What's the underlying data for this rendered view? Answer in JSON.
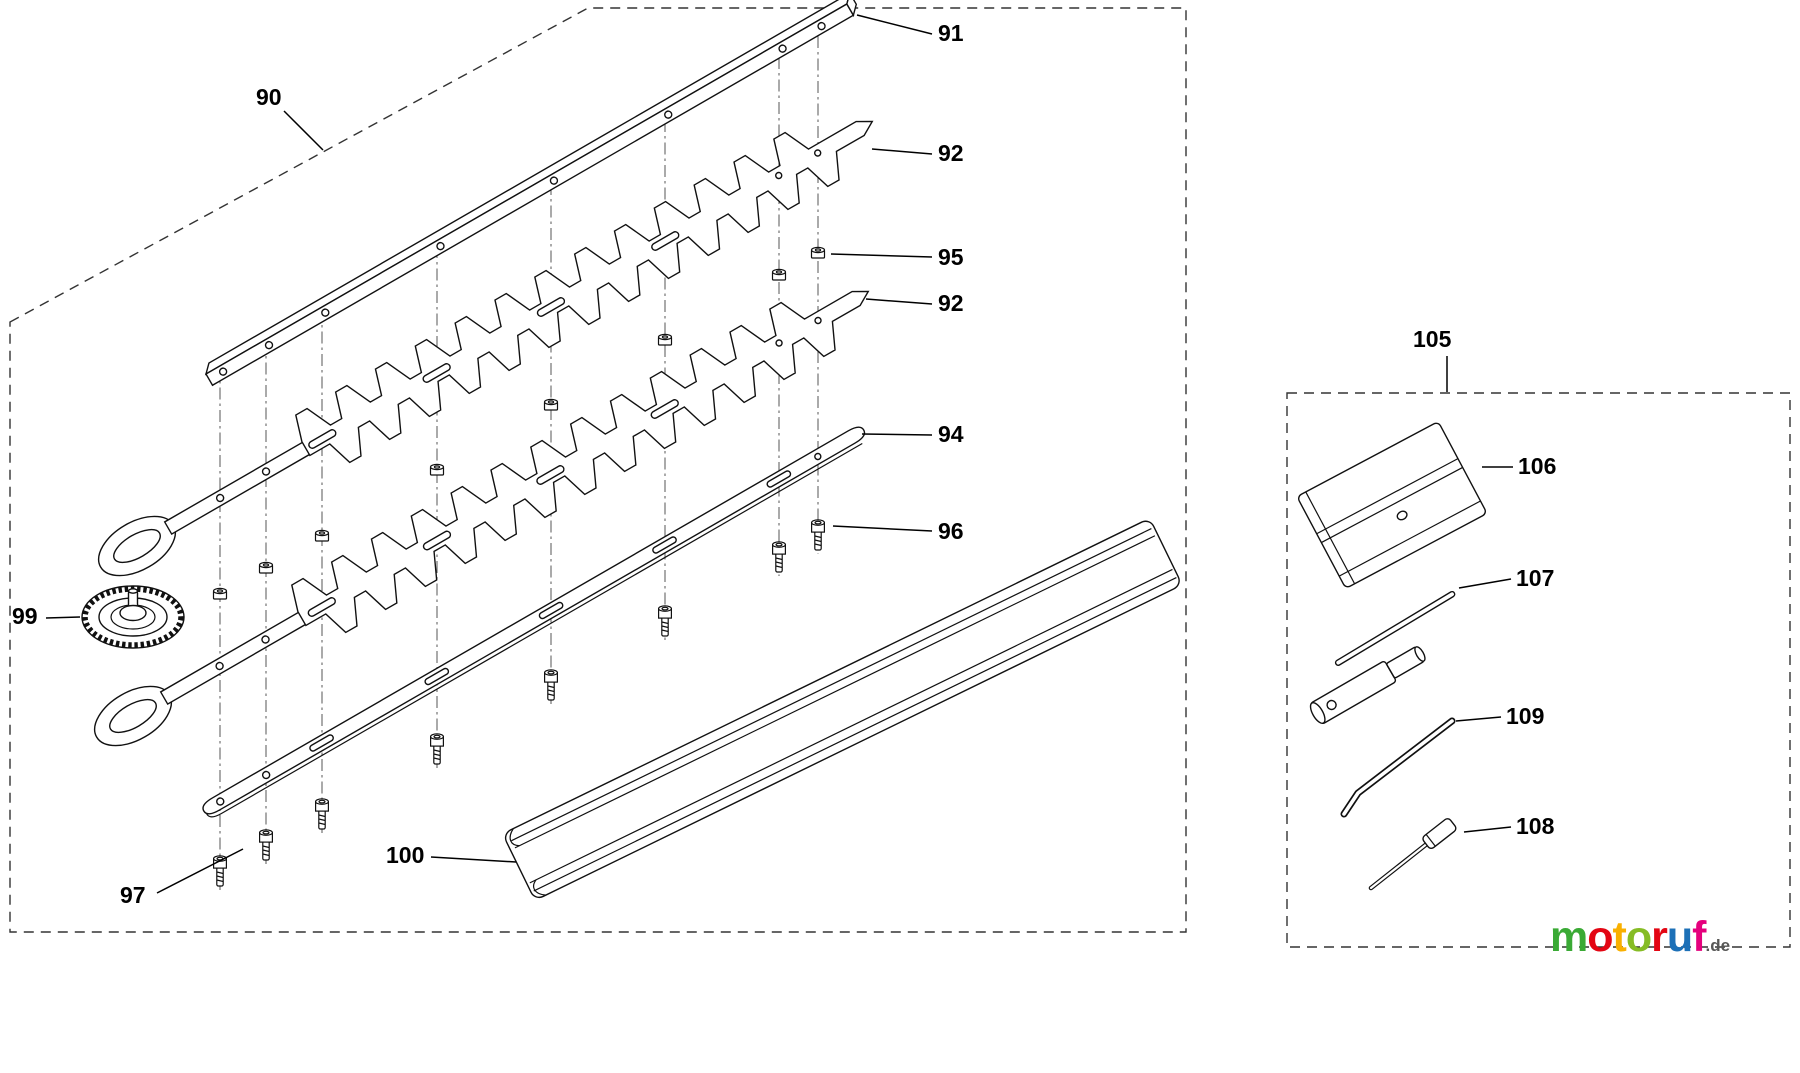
{
  "diagram": {
    "callouts": [
      {
        "label": "90"
      },
      {
        "label": "91"
      },
      {
        "label": "92"
      },
      {
        "label": "95"
      },
      {
        "label": "92"
      },
      {
        "label": "94"
      },
      {
        "label": "96"
      },
      {
        "label": "99"
      },
      {
        "label": "97"
      },
      {
        "label": "100"
      },
      {
        "label": "105"
      },
      {
        "label": "106"
      },
      {
        "label": "107"
      },
      {
        "label": "109"
      },
      {
        "label": "108"
      }
    ]
  },
  "colors": {
    "line": "#111111",
    "background": "#ffffff",
    "boundary_dash": "#333333"
  },
  "logo": {
    "letters": [
      {
        "char": "m",
        "color": "#3aaa35"
      },
      {
        "char": "o",
        "color": "#e30613"
      },
      {
        "char": "t",
        "color": "#f9b000"
      },
      {
        "char": "o",
        "color": "#86bc25"
      },
      {
        "char": "r",
        "color": "#e30613"
      },
      {
        "char": "u",
        "color": "#1d70b7"
      },
      {
        "char": "f",
        "color": "#e5007d"
      }
    ],
    "suffix": ".de",
    "suffix_color": "#575756"
  }
}
